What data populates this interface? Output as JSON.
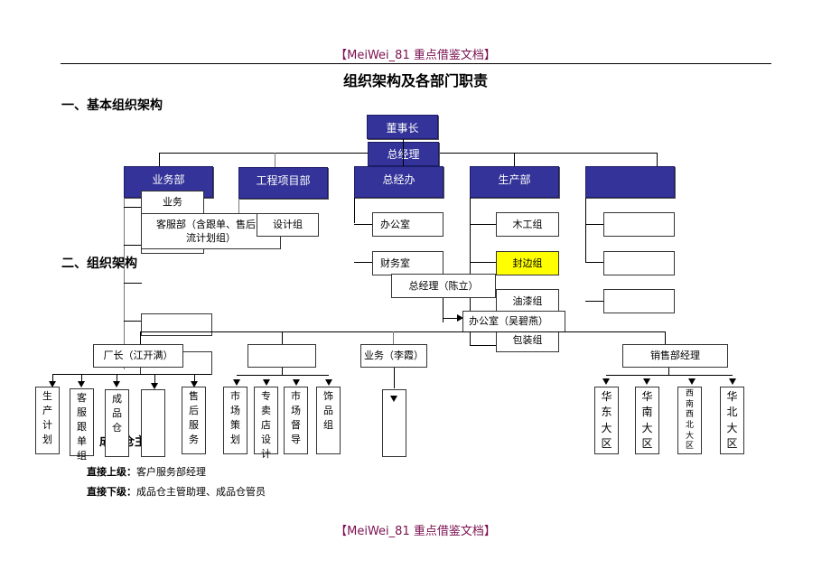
{
  "watermark": {
    "top": "【MeiWei_81 重点借鉴文档】",
    "bottom": "【MeiWei_81 重点借鉴文档】"
  },
  "document": {
    "title": "组织架构及各部门职责",
    "section1": "一、基本组织架构",
    "section2": "二、组织架构"
  },
  "chart1": {
    "chairman": "董事长",
    "gm": "总经理",
    "departments": [
      "业务部",
      "工程项目部",
      "总经办",
      "生产部",
      ""
    ],
    "sales_sub": [
      "业务",
      "客服部（含跟单、售后、",
      "流计划组）"
    ],
    "design_group": "设计组",
    "office_sub": [
      "办公室",
      "财务室"
    ],
    "production_sub": [
      "木工组",
      "封边组",
      "油漆组",
      "包装组"
    ],
    "highlight_color": "#ffff00",
    "blue_color": "#333399"
  },
  "chart2": {
    "gm_name": "总经理（陈立）",
    "office_name": "办公室（吴碧燕）",
    "factory_head": "厂长（江开满）",
    "factory_sub": [
      [
        "生",
        "产",
        "计",
        "划"
      ],
      [
        "客",
        "服",
        "跟",
        "单",
        "组"
      ],
      [
        "成",
        "品",
        "仓"
      ],
      [],
      [
        "售",
        "后",
        "服",
        "务"
      ]
    ],
    "marketing_sub": [
      [
        "市",
        "场",
        "策",
        "划"
      ],
      [
        "专",
        "卖",
        "店",
        "设",
        "计"
      ],
      [
        "市",
        "场",
        "督",
        "导"
      ],
      [
        "饰",
        "品",
        "组"
      ]
    ],
    "sales_name": "业务（李霞）",
    "sales_manager": "销售部经理",
    "regions": [
      [
        "华",
        "东",
        "大",
        "区"
      ],
      [
        "华",
        "南",
        "大",
        "区"
      ],
      [
        "西",
        "南",
        "西",
        "北",
        "大",
        "区"
      ],
      [
        "华",
        "北",
        "大",
        "区"
      ]
    ],
    "overlap_text": "成品仓主"
  },
  "info": {
    "superior_label": "直接上级：",
    "superior_value": "客户服务部经理",
    "subordinate_label": "直接下级：",
    "subordinate_value": "成品仓主管助理、成品仓管员"
  }
}
